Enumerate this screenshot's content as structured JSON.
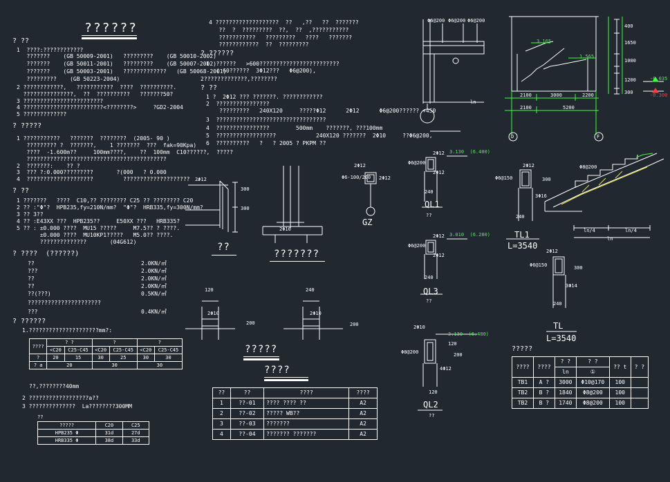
{
  "notes_title": "??????",
  "sec1": {
    "head": "? ??",
    "lines": [
      "1  ????:????????????",
      "   ???????    (GB 50009-2001)   ?????????    (GB 50010-2002)",
      "   ???????    (GB 50011-2001)   ?????????    (GB 50007-2002)",
      "   ???????    (GB 50003-2001)   ?????????????   (GB 50068-2001)",
      "   ?????????    (GB 50223-2004)",
      "2 ????????????,   ???????????  ????  ??????????.",
      "  ???????????????,  ??  ??????????   ???????50?",
      "3 ????????????????????????",
      "4 ????????????????????????<????????>     ?GD2-2004",
      "5 ?????????????"
    ]
  },
  "sec2": {
    "head": "? ?????",
    "lines": [
      "1 ???????????   ???????  ????????  (2005- 90 )",
      "   ????????? ?  ???????,    1 ???????  ???  fak=90Kpa)",
      "   ????  -1.600m??     100mm????,    ??  100mm  C10??????,  ?????",
      "   ??????????????????????????????????????????",
      "2  ???????:    ?? ?",
      "3  ??? ?:0.000?????????       ?(000   ? 0.000",
      "4  ????????????????????         ????????????????????  ."
    ]
  },
  "sec3": {
    "head": "? ??",
    "lines": [
      "1 ???????   ????  C10,?? ???????? C25 ?? ???????? C20",
      "2 ?? :\"Φ\"?  HPB235,fy=210N/mm?  \"Φ\"?  HRB335,fy=300N/mm?",
      "3 ?? 3??",
      "4 ?? :E43XX ???  HPB235??     E50XX ???   HRB335?",
      "5 ?? : ±0.000 ????  MU15 ?????     M7.5?? ? ????.",
      "       ±0.000 ????  MU10KP1?????   M5.0?? ????.",
      "       ??????????????       (04G612)"
    ]
  },
  "sec4": {
    "head": "? ????  (??????)",
    "loads": [
      {
        "name": "??",
        "value": "2.0KN/㎡"
      },
      {
        "name": "???",
        "value": "2.0KN/㎡"
      },
      {
        "name": "??",
        "value": "2.0KN/㎡"
      },
      {
        "name": "??",
        "value": "2.0KN/㎡"
      },
      {
        "name": "??(???)",
        "value": "0.5KN/㎡"
      },
      {
        "name": "??????????????????????",
        "value": ""
      },
      {
        "name": "???",
        "value": "0.4KN/㎡"
      }
    ]
  },
  "sec5": {
    "head": "? ??????",
    "line1": "1.?????????????????????mm?:",
    "cover_table": {
      "header_top": [
        "????",
        "? ?",
        "?",
        "?"
      ],
      "header_sub": [
        "<C20",
        "C25-C45",
        "<C20",
        "C25-C45",
        "<C20",
        "C25-C45"
      ],
      "rows": [
        [
          "?",
          "20",
          "15",
          "30",
          "25",
          "30",
          "30"
        ],
        [
          "?   a",
          "",
          "20",
          "",
          "30",
          "",
          "30"
        ]
      ]
    },
    "after_table": "??,????????40mm",
    "line2": "2 ??????????????????a??",
    "line3": "3 ??????????????  La????????300MM",
    "anchor_title": "??",
    "anchor_table": {
      "header": [
        "?????",
        "C20",
        "C25"
      ],
      "rows": [
        [
          "HPB235 Φ",
          "31d",
          "27d"
        ],
        [
          "HRB335 Φ",
          "38d",
          "33d"
        ]
      ]
    }
  },
  "sec6": {
    "lines_top": [
      "4 ???????????????????  ??   ,??   ??  ???????",
      "   ??  ?  ?????????  ??,  ??  ,???????????",
      "   ???????????   ?????????   ????   ???????",
      "   ????????????  ??  ?????????"
    ],
    "head": "? ??????",
    "lines": [
      "1  ??????   >600????????????????????????",
      "   ( 60??????  3Φ12???   Φ6@200),",
      "2?????????????,????????"
    ]
  },
  "sec7": {
    "head": "? ??",
    "lines": [
      "1 ?  2Φ12 ??? ???????. ????????????",
      "2  ????????????????",
      "    ?????????   240X120     ?????Φ12      2Φ12      Φ6@200?????? +450",
      "3  ?????????????????????????????????",
      "4  ????????????????        500mm    ???????, ???100mm",
      "5  ??????????????????            240X120 ???????  2Φ10     ??Φ6@200,",
      "6  ??????????   ?   ? 2005 ? PKPM ??"
    ]
  },
  "labels": {
    "detail_a": "??",
    "detail_b": "???????",
    "detail_c": "?????",
    "gz": "GZ",
    "ql1": "QL1",
    "ql1_sub": "??",
    "ql3": "QL3",
    "ql3_sub": "??",
    "ql2": "QL2",
    "ql2_sub": "??",
    "tl1": "TL1",
    "tl1_len": "L=3540",
    "tl": "TL",
    "tl_len": "L=3540",
    "ql1_elev": "3.130  (6.400)",
    "ql3_elev": "3.010  (6.280)",
    "ql2_elev": "3.130  (6.400)",
    "axis_d": "D",
    "axis_f": "F",
    "elev_a": "3.165",
    "elev_b": "1.565",
    "elev_c": "-0.035",
    "elev_d": "-0.300",
    "plan_dims_a": [
      "2100",
      "3000",
      "2200"
    ],
    "plan_dims_b": [
      "2100",
      "5200"
    ],
    "plan_dims_v": [
      "400",
      "1650",
      "1000",
      "1200",
      "300"
    ],
    "dim_300": "300",
    "dim_300b": "300",
    "dim_120": "120",
    "dim_240": "240",
    "dim_240b": "240",
    "dim_240c": "240",
    "dim_240d": "240",
    "dim_200": "200",
    "dim_200b": "200",
    "dim_120b": "120",
    "rebar_2d12": "2Φ12",
    "rebar_2d10": "2Φ10",
    "rebar_4d12": "4Φ12",
    "rebar_3d16": "3Φ16",
    "rebar_3d14": "3Φ14",
    "rebar_d6_200": "Φ6@200",
    "rebar_d6_150": "Φ6@150",
    "rebar_d8_200": "Φ8@200",
    "gz_rebar": "Φ6-100/200",
    "ln": "ln",
    "ln4": "ln/4"
  },
  "drawing_list": {
    "title": "????",
    "header": [
      "??",
      "??",
      "????",
      "????"
    ],
    "rows": [
      [
        "1",
        "??-01",
        "????       ????       ??",
        "A2"
      ],
      [
        "2",
        "??-02",
        "?????       WB??",
        "A2"
      ],
      [
        "3",
        "??-03",
        "???????",
        "A2"
      ],
      [
        "4",
        "??-04",
        "???????     ???????",
        "A2"
      ]
    ]
  },
  "stair_table": {
    "title": "?????",
    "header": [
      "????",
      "????",
      "? ?",
      "? ?",
      "??  t",
      "?  ?"
    ],
    "subheader": [
      "ln",
      "①"
    ],
    "rows": [
      [
        "TB1",
        "A ?",
        "3000",
        "Φ10@170",
        "100",
        ""
      ],
      [
        "TB2",
        "B ?",
        "1840",
        "Φ8@200",
        "100",
        ""
      ],
      [
        "TB2",
        "B ?",
        "1740",
        "Φ8@200",
        "100",
        ""
      ]
    ]
  }
}
